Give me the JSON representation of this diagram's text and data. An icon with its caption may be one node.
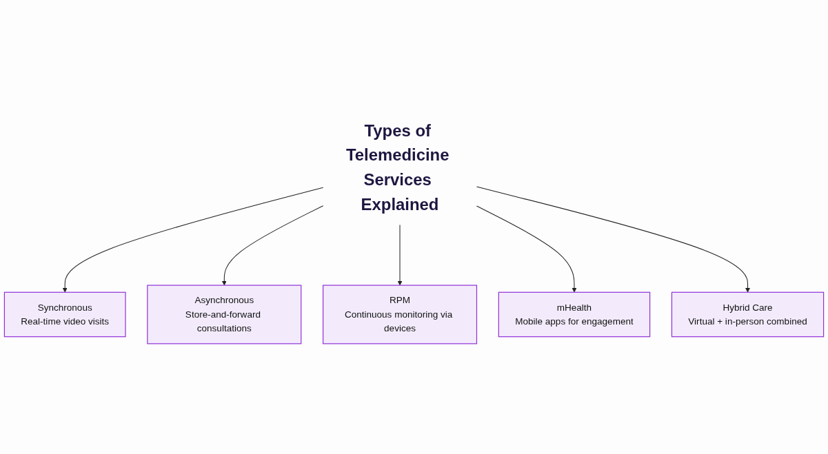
{
  "diagram": {
    "nodes": [
      {
        "text": [
          "Types of Telemedicine Services Explained"
        ]
      },
      {
        "text": [
          "Synchronous",
          "Real-time video visits"
        ]
      },
      {
        "text": [
          "Asynchronous",
          "Store-and-forward consultations"
        ]
      },
      {
        "text": [
          "RPM",
          "Continuous monitoring via devices"
        ]
      },
      {
        "text": [
          "mHealth",
          "Mobile apps for engagement"
        ]
      },
      {
        "text": [
          "Hybrid Care",
          "Virtual + in-person combined"
        ]
      }
    ],
    "edges": [
      {
        "from": 0,
        "to": 1,
        "arrow": "to"
      },
      {
        "from": 0,
        "to": 2,
        "arrow": "to"
      },
      {
        "from": 0,
        "to": 3,
        "arrow": "to"
      },
      {
        "from": 0,
        "to": 4,
        "arrow": "to"
      },
      {
        "from": 0,
        "to": 5,
        "arrow": "to"
      }
    ]
  }
}
